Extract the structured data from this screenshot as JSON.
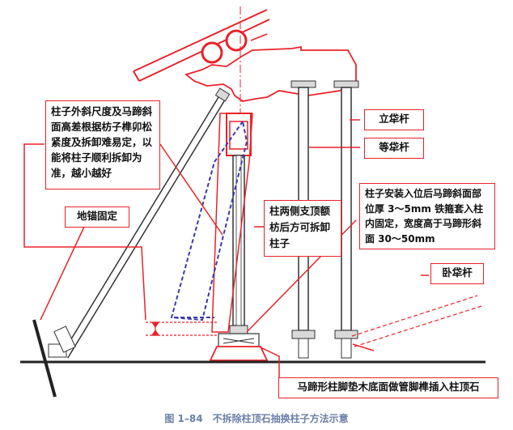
{
  "notes": {
    "tilt_note": "柱子外斜尺度及马蹄斜面高差根据枋子榫卯松紧度及拆卸难易定，以能将柱子顺利拆卸为准，越小越好",
    "ground_anchor": "地锚固定",
    "vertical_pole": "立牮杆",
    "equal_pole": "等牮杆",
    "side_prop": "柱两侧支顶额枋后方可拆卸柱子",
    "hoof_note": "柱子安装入位后马蹄斜面部位厚 3～5mm 铁箍套入柱内固定，宽度高于马蹄形斜面 30～50mm",
    "lying_pole": "卧牮杆",
    "base_note": "马蹄形柱脚垫木底面做管脚榫插入柱顶石"
  },
  "caption": "图 1–84　不拆除柱顶石抽换柱子方法示意",
  "colors": {
    "red": "#e8232a",
    "blue": "#3a3aa8",
    "gray": "#555555"
  }
}
